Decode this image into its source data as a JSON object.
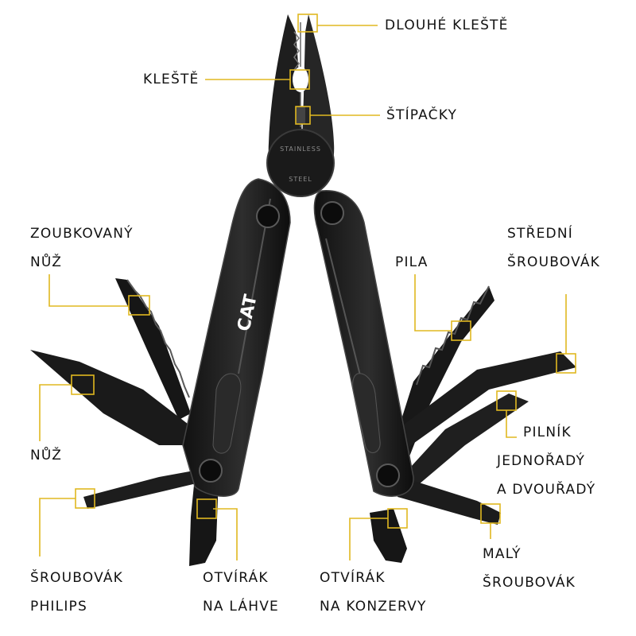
{
  "accent_color": "#e0b820",
  "tool_color": "#1c1c1c",
  "logo": {
    "text": "CAT"
  },
  "stamp": {
    "line1": "STAINLESS",
    "line2": "STEEL"
  },
  "labels": {
    "dlouhe_kleste": "DLOUHÉ KLEŠTĚ",
    "kleste": "KLEŠTĚ",
    "stipacky": "ŠTÍPAČKY",
    "zoubkovany_nuz": [
      "ZOUBKOVANÝ",
      "NŮŽ"
    ],
    "pila": "PILA",
    "stredni_sroubovak": [
      "STŘEDNÍ",
      "ŠROUBOVÁK"
    ],
    "nuz": "NŮŽ",
    "pilnik": [
      "PILNÍK",
      "JEDNOŘADÝ",
      "A DVOUŘADÝ"
    ],
    "sroubovak_philips": [
      "ŠROUBOVÁK",
      "PHILIPS"
    ],
    "otvirak_na_lahve": [
      "OTVÍRÁK",
      "NA LÁHVE"
    ],
    "otvirak_na_konzervy": [
      "OTVÍRÁK",
      "NA KONZERVY"
    ],
    "maly_sroubovak": [
      "MALÝ",
      "ŠROUBOVÁK"
    ]
  }
}
